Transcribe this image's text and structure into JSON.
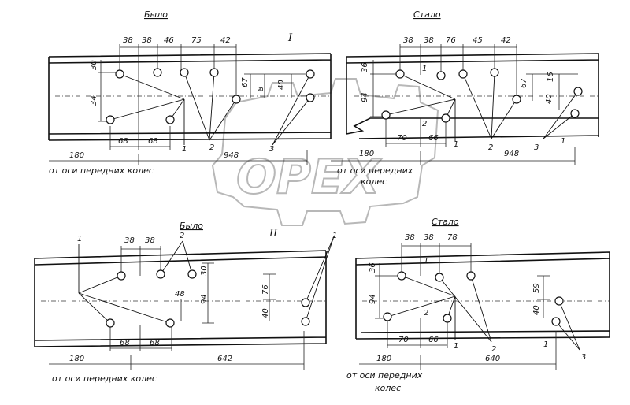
{
  "captions": {
    "before": "Было",
    "after": "Стало",
    "section_1": "I",
    "section_2": "II",
    "from_front_axle": "от оси передних колес",
    "from_front_axle_l1": "от оси передних",
    "from_front_axle_l2": "колес"
  },
  "watermark": "OPEX",
  "panel_1_before": {
    "top_dims": [
      "38",
      "38",
      "46",
      "75",
      "42"
    ],
    "left_dims": [
      "30",
      "34"
    ],
    "right_dims": [
      "67",
      "8",
      "40"
    ],
    "bottom_dims": [
      "68",
      "68"
    ],
    "long_dims": [
      "180",
      "948"
    ],
    "labels": [
      "1",
      "2",
      "3"
    ]
  },
  "panel_1_after": {
    "top_dims": [
      "38",
      "38",
      "76",
      "45",
      "42"
    ],
    "left_dims": [
      "36",
      "94"
    ],
    "right_dims": [
      "67",
      "16",
      "40"
    ],
    "small_dims": [
      "1",
      "2",
      "1"
    ],
    "bottom_dims": [
      "70",
      "66"
    ],
    "long_dims": [
      "180",
      "948"
    ],
    "labels": [
      "1",
      "2",
      "3"
    ]
  },
  "panel_2_before": {
    "top_dims": [
      "38",
      "38"
    ],
    "right_dims": [
      "30",
      "94",
      "48",
      "76",
      "40"
    ],
    "bottom_dims": [
      "68",
      "68"
    ],
    "long_dims": [
      "180",
      "642"
    ],
    "labels": [
      "1",
      "2",
      "1"
    ]
  },
  "panel_2_after": {
    "top_dims": [
      "38",
      "38",
      "78"
    ],
    "left_dims": [
      "36",
      "94"
    ],
    "right_dims": [
      "59",
      "40"
    ],
    "small_dims": [
      "1",
      "2",
      "1"
    ],
    "bottom_dims": [
      "70",
      "66"
    ],
    "long_dims": [
      "180",
      "640"
    ],
    "labels": [
      "1",
      "2",
      "3"
    ]
  }
}
